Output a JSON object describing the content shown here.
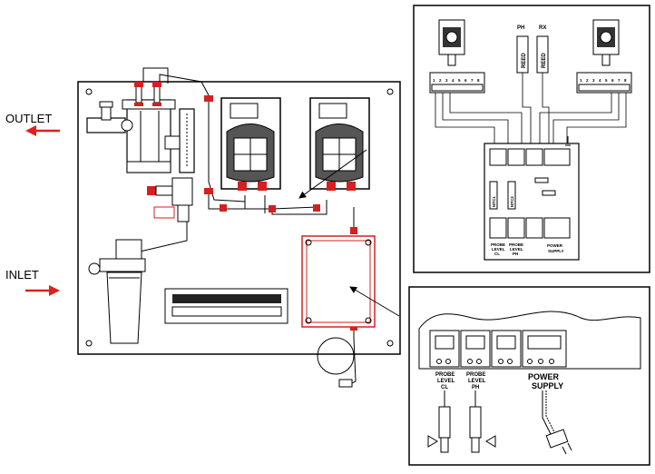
{
  "labels": {
    "outlet": "OUTLET",
    "inlet": "INLET"
  },
  "wiring_detail": {
    "probe_ph": "PH",
    "probe_rx": "RX",
    "reed_left": "REED",
    "reed_right": "REED",
    "terminal_numbers": [
      "1",
      "2",
      "3",
      "4",
      "5",
      "6",
      "7",
      "8"
    ],
    "ntc1": "NTC1",
    "ntc2": "NTC2",
    "term_probe_cl": [
      "PROBE",
      "LEVEL",
      "CL"
    ],
    "term_probe_ph": [
      "PROBE",
      "LEVEL",
      "PH"
    ],
    "term_power": [
      "POWER",
      "SUPPLY"
    ]
  },
  "terminal_detail": {
    "probe_cl": [
      "PROBE",
      "LEVEL",
      "CL"
    ],
    "probe_ph": [
      "PROBE",
      "LEVEL",
      "PH"
    ],
    "power": [
      "POWER",
      "SUPPLY"
    ]
  },
  "colors": {
    "arrow_red": "#e0201c",
    "line": "#000000",
    "fitting_red": "#d42020"
  }
}
